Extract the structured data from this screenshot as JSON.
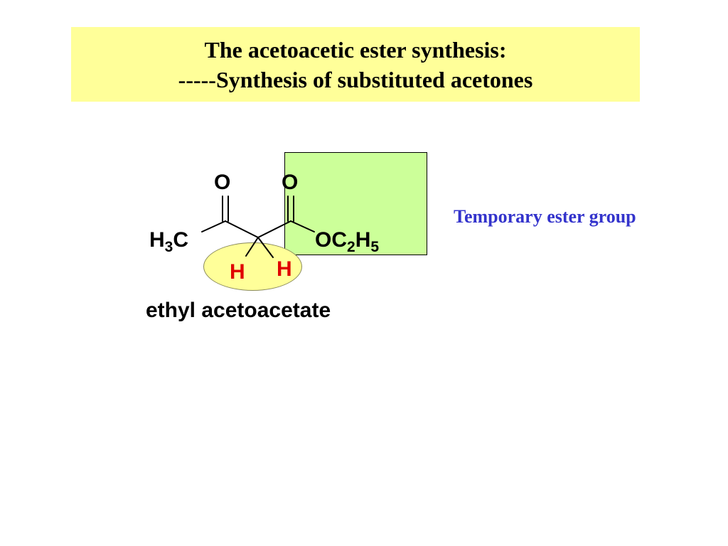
{
  "title": {
    "line1": "The acetoacetic ester synthesis:",
    "line2": "-----Synthesis of substituted acetones"
  },
  "structure": {
    "ketone_oxygen": "O",
    "ester_oxygen": "O",
    "methyl_group": {
      "main": "H",
      "sub1": "3",
      "tail": "C"
    },
    "ethoxy_group": {
      "main": "OC",
      "sub1": "2",
      "mid": "H",
      "sub2": "5"
    },
    "alpha_hydrogen_left": "H",
    "alpha_hydrogen_right": "H"
  },
  "annotation": "Temporary ester group",
  "compound_name": "ethyl acetoacetate",
  "colors": {
    "title_bg": "#ffff99",
    "ester_highlight": "#ccff99",
    "alpha_h_highlight": "#ffff99",
    "alpha_h_text": "#e00000",
    "annotation_text": "#3333cc"
  }
}
